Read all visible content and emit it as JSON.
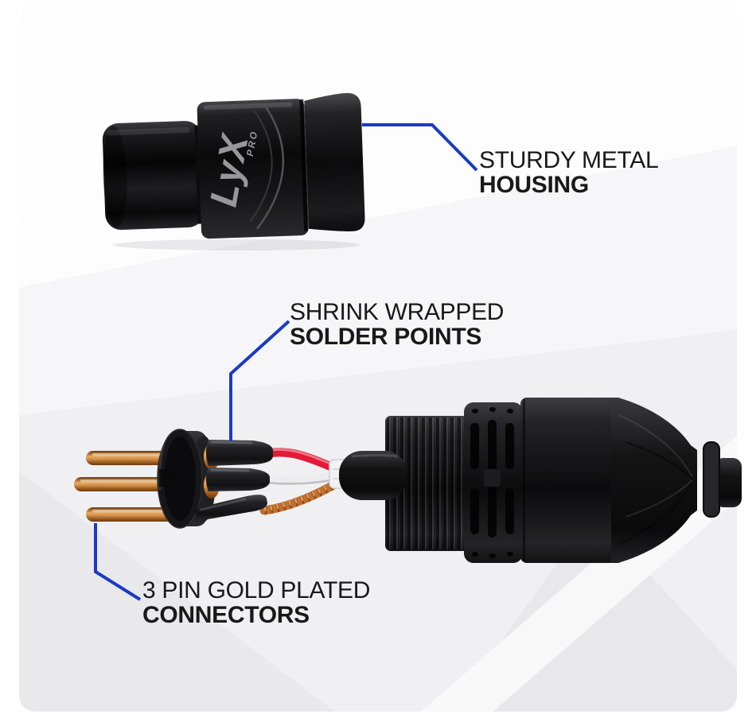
{
  "product": {
    "brand": "LyX",
    "brand_sub": "PRO"
  },
  "callouts": {
    "housing": {
      "line1": "STURDY METAL",
      "line2": "HOUSING"
    },
    "solder": {
      "line1": "SHRINK WRAPPED",
      "line2": "SOLDER POINTS"
    },
    "pins": {
      "line1": "3 PIN GOLD PLATED",
      "line2": "CONNECTORS"
    }
  },
  "colors": {
    "callout_line": "#1c3ac6",
    "label_text": "#191919",
    "pin_gold": "#c9853f",
    "wire_red": "#e31937",
    "wire_white": "#ececec",
    "wire_copper": "#c07030",
    "connector_black": "#141416",
    "background": "#f4f4f6"
  }
}
